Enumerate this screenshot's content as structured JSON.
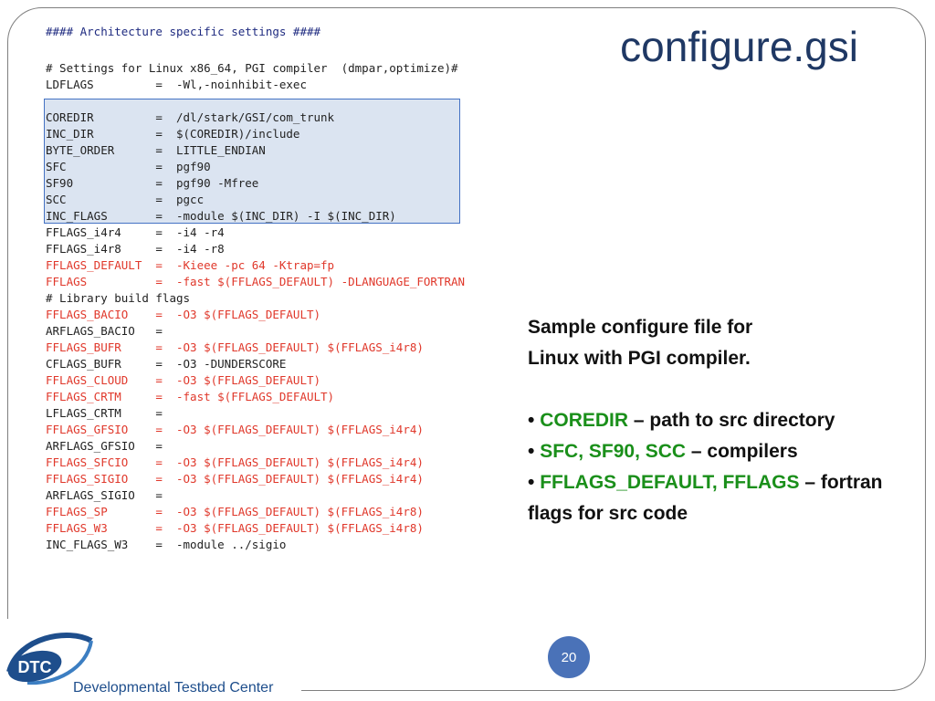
{
  "slide": {
    "title": "configure.gsi",
    "page_number": "20",
    "footer_org": "Developmental Testbed Center",
    "logo_text": "DTC"
  },
  "code_lines": [
    {
      "text": "#### Architecture specific settings ####",
      "style": "hdr"
    },
    {
      "text": "",
      "style": "dark"
    },
    {
      "text": "# Settings for Linux x86_64, PGI compiler  (dmpar,optimize)#",
      "style": "dark"
    },
    {
      "text": "LDFLAGS         =  -Wl,-noinhibit-exec",
      "style": "dark"
    },
    {
      "text": "",
      "style": "dark"
    },
    {
      "text": "COREDIR         =  /dl/stark/GSI/com_trunk",
      "style": "dark"
    },
    {
      "text": "INC_DIR         =  $(COREDIR)/include",
      "style": "dark"
    },
    {
      "text": "BYTE_ORDER      =  LITTLE_ENDIAN",
      "style": "dark"
    },
    {
      "text": "SFC             =  pgf90",
      "style": "dark"
    },
    {
      "text": "SF90            =  pgf90 -Mfree",
      "style": "dark"
    },
    {
      "text": "SCC             =  pgcc",
      "style": "dark"
    },
    {
      "text": "INC_FLAGS       =  -module $(INC_DIR) -I $(INC_DIR)",
      "style": "dark"
    },
    {
      "text": "FFLAGS_i4r4     =  -i4 -r4",
      "style": "dark"
    },
    {
      "text": "FFLAGS_i4r8     =  -i4 -r8",
      "style": "dark"
    },
    {
      "text": "FFLAGS_DEFAULT  =  -Kieee -pc 64 -Ktrap=fp",
      "style": "red"
    },
    {
      "text": "FFLAGS          =  -fast $(FFLAGS_DEFAULT) -DLANGUAGE_FORTRAN",
      "style": "red"
    },
    {
      "text": "# Library build flags",
      "style": "dark"
    },
    {
      "text": "FFLAGS_BACIO    =  -O3 $(FFLAGS_DEFAULT)",
      "style": "red"
    },
    {
      "text": "ARFLAGS_BACIO   =",
      "style": "dark"
    },
    {
      "text": "FFLAGS_BUFR     =  -O3 $(FFLAGS_DEFAULT) $(FFLAGS_i4r8)",
      "style": "red"
    },
    {
      "text": "CFLAGS_BUFR     =  -O3 -DUNDERSCORE",
      "style": "dark"
    },
    {
      "text": "FFLAGS_CLOUD    =  -O3 $(FFLAGS_DEFAULT)",
      "style": "red"
    },
    {
      "text": "FFLAGS_CRTM     =  -fast $(FFLAGS_DEFAULT)",
      "style": "red"
    },
    {
      "text": "LFLAGS_CRTM     =",
      "style": "dark"
    },
    {
      "text": "FFLAGS_GFSIO    =  -O3 $(FFLAGS_DEFAULT) $(FFLAGS_i4r4)",
      "style": "red"
    },
    {
      "text": "ARFLAGS_GFSIO   =",
      "style": "dark"
    },
    {
      "text": "FFLAGS_SFCIO    =  -O3 $(FFLAGS_DEFAULT) $(FFLAGS_i4r4)",
      "style": "red"
    },
    {
      "text": "FFLAGS_SIGIO    =  -O3 $(FFLAGS_DEFAULT) $(FFLAGS_i4r4)",
      "style": "red"
    },
    {
      "text": "ARFLAGS_SIGIO   =",
      "style": "dark"
    },
    {
      "text": "FFLAGS_SP       =  -O3 $(FFLAGS_DEFAULT) $(FFLAGS_i4r8)",
      "style": "red"
    },
    {
      "text": "FFLAGS_W3       =  -O3 $(FFLAGS_DEFAULT) $(FFLAGS_i4r8)",
      "style": "red"
    },
    {
      "text": "INC_FLAGS_W3    =  -module ../sigio",
      "style": "dark"
    }
  ],
  "description": {
    "intro_line1": "Sample configure file for",
    "intro_line2": "Linux with PGI compiler.",
    "bullet1_key": "COREDIR",
    "bullet1_rest": " – path to src directory",
    "bullet2_key": "SFC, SF90, SCC",
    "bullet2_rest": " – compilers",
    "bullet3_key": "FFLAGS_DEFAULT, FFLAGS",
    "bullet3_rest": " – fortran",
    "bullet3_cont": "flags for src code",
    "bullet_char": "•"
  },
  "colors": {
    "title": "#1f3864",
    "highlight_fill": "#dbe4f1",
    "highlight_border": "#4472c4",
    "code_red": "#e0382b",
    "key_green": "#1a8f1a",
    "page_circle": "#4a72b8"
  }
}
